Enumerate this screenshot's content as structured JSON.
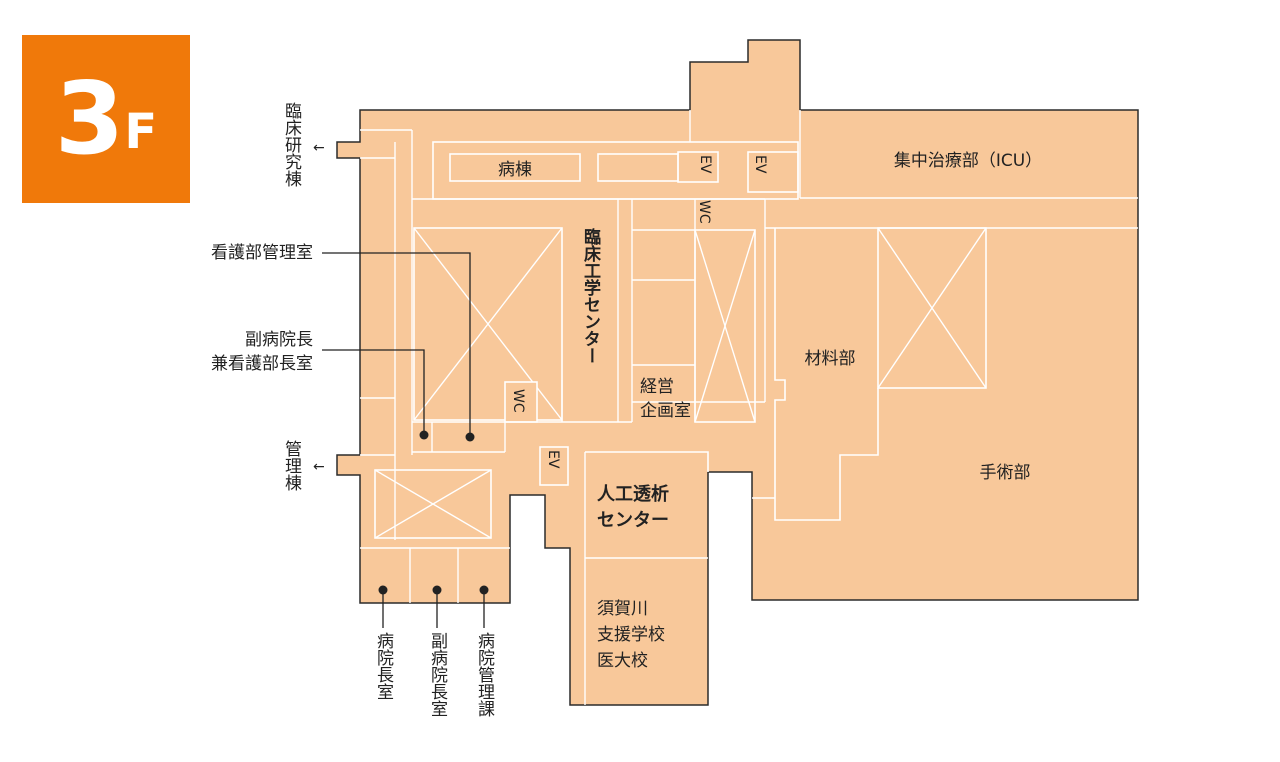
{
  "floor": {
    "number": "3",
    "unit": "F",
    "badge_color": "#f0790a"
  },
  "colors": {
    "room": "#f8c89a",
    "outline": "#2b2b2b",
    "partition": "#ffffff",
    "text": "#222222"
  },
  "labels": {
    "ward": "病棟",
    "icu": "集中治療部（ICU）",
    "ev": "EV",
    "wc": "WC",
    "clinical_engineering": "臨床工学センター",
    "management_planning_1": "経営",
    "management_planning_2": "企画室",
    "materials": "材料部",
    "surgery": "手術部",
    "dialysis_1": "人工透析",
    "dialysis_2": "センター",
    "school_1": "須賀川",
    "school_2": "支援学校",
    "school_3": "医大校",
    "research_building": "臨床研究棟",
    "admin_building": "管理棟",
    "nursing_admin": "看護部管理室",
    "vice_director_nursing_1": "副病院長",
    "vice_director_nursing_2": "兼看護部長室",
    "director_room": "病院長室",
    "vice_director_room": "副病院長室",
    "hospital_admin": "病院管理課",
    "arrow": "←"
  }
}
